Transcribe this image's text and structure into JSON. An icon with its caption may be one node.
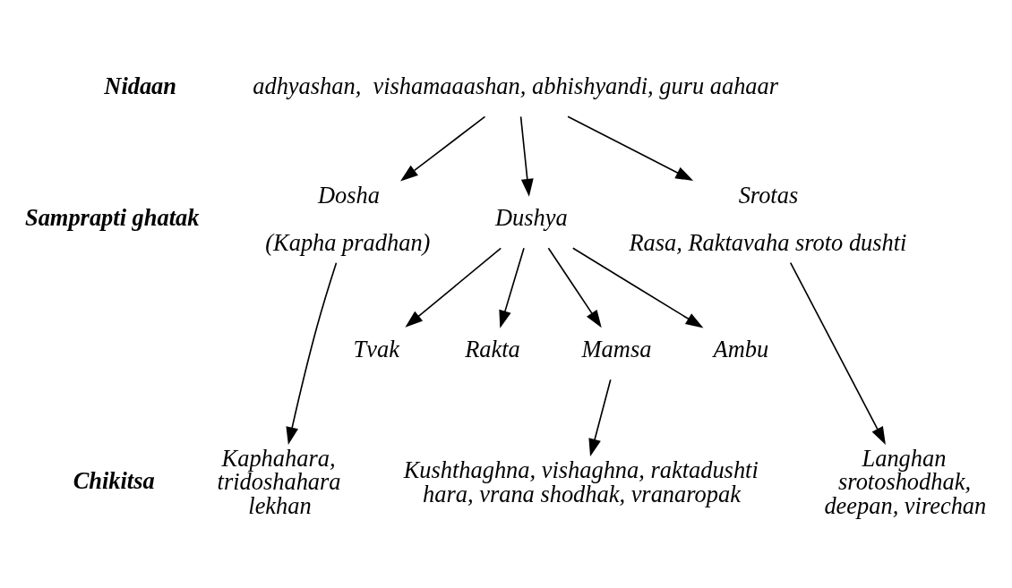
{
  "diagram": {
    "nodes": [
      {
        "text": [
          "adhyashan,  vishamaaashan, abhishyandi, guru aahaar"
        ]
      },
      {
        "text": [
          "Dosha",
          "(Kapha pradhan)"
        ]
      },
      {
        "text": [
          "Dushya"
        ]
      },
      {
        "text": [
          "Srotas",
          "Rasa, Raktavaha sroto dushti"
        ]
      },
      {
        "text": [
          "Tvak"
        ]
      },
      {
        "text": [
          "Rakta"
        ]
      },
      {
        "text": [
          "Mamsa"
        ]
      },
      {
        "text": [
          "Ambu"
        ]
      },
      {
        "text": [
          "Kaphahara, tridoshahara lekhan"
        ]
      },
      {
        "text": [
          "Kushthaghna, vishaghna, raktadushti hara, vrana shodhak, vranaropak"
        ]
      },
      {
        "text": [
          "Langhan srotoshodhak, deepan, virechan"
        ]
      }
    ],
    "edges": [
      {
        "from": 0,
        "to": 1,
        "arrow": "to"
      },
      {
        "from": 0,
        "to": 2,
        "arrow": "to"
      },
      {
        "from": 0,
        "to": 3,
        "arrow": "to"
      },
      {
        "from": 2,
        "to": 4,
        "arrow": "to"
      },
      {
        "from": 2,
        "to": 5,
        "arrow": "to"
      },
      {
        "from": 2,
        "to": 6,
        "arrow": "to"
      },
      {
        "from": 2,
        "to": 7,
        "arrow": "to"
      },
      {
        "from": 1,
        "to": 8,
        "arrow": "to"
      },
      {
        "from": 6,
        "to": 9,
        "arrow": "to"
      },
      {
        "from": 3,
        "to": 10,
        "arrow": "to"
      }
    ],
    "labels": [
      "Nidaan",
      "Samprapti ghatak",
      "Chikitsa"
    ]
  }
}
